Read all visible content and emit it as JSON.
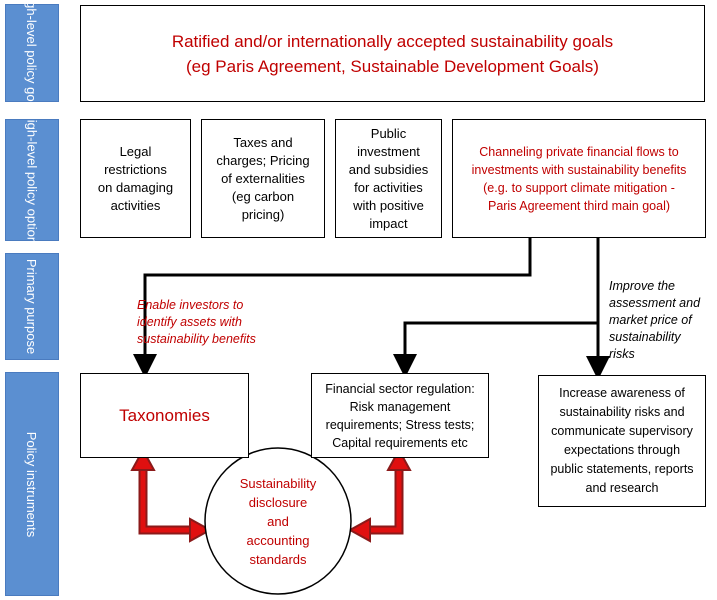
{
  "sidebar": {
    "goals": "High-level\npolicy goals",
    "options": "High-level\npolicy options",
    "purpose": "Primary\npurpose",
    "instruments": "Policy instruments"
  },
  "goals_box": "Ratified and/or internationally accepted sustainability goals\n(eg Paris Agreement, Sustainable Development Goals)",
  "options": {
    "legal": "Legal\nrestrictions\non damaging\nactivities",
    "taxes": "Taxes and\ncharges; Pricing\nof externalities\n(eg carbon\npricing)",
    "public": "Public\ninvestment\nand subsidies\nfor activities\nwith positive\nimpact",
    "private": "Channeling private financial flows to\ninvestments with sustainability benefits\n(e.g. to support climate mitigation -\nParis Agreement third main goal)"
  },
  "purpose": {
    "left": "Enable investors to\nidentify assets with\nsustainability benefits",
    "right": "Improve the\nassessment and\nmarket price of\nsustainability\nrisks"
  },
  "instruments": {
    "taxonomies": "Taxonomies",
    "financial": "Financial sector regulation:\nRisk management\nrequirements; Stress tests;\nCapital requirements etc",
    "awareness": "Increase awareness of\nsustainability risks and\ncommunicate supervisory\nexpectations through\npublic statements, reports\nand research",
    "disclosure": "Sustainability\ndisclosure\nand\naccounting\nstandards"
  }
}
